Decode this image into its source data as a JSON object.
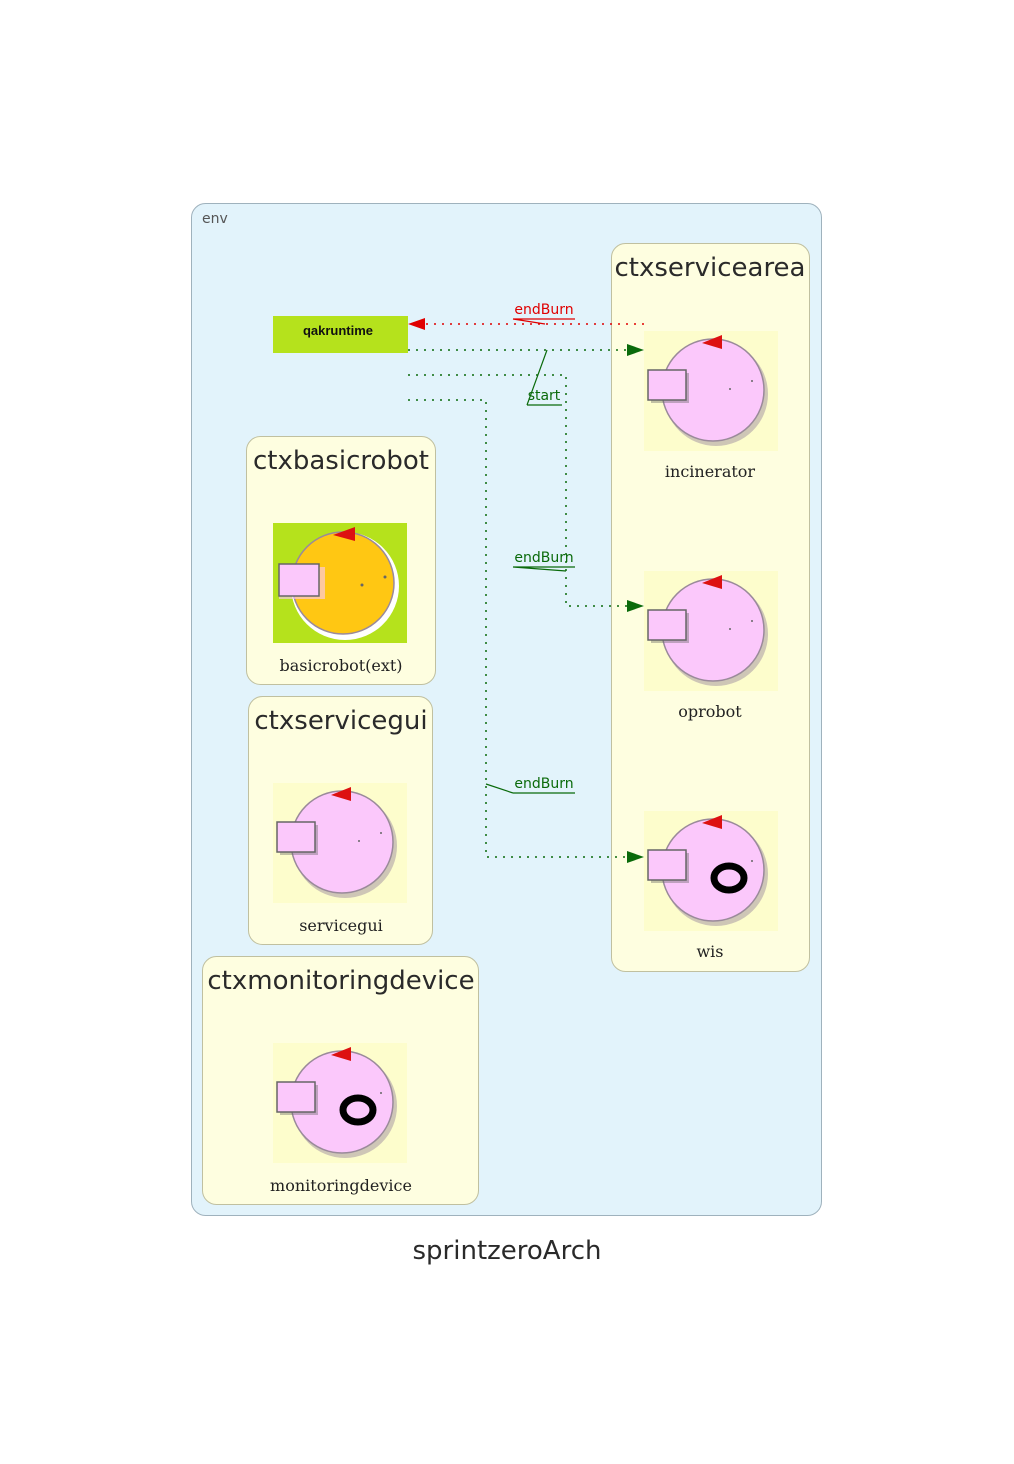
{
  "diagram_title": "sprintzeroArch",
  "environment": {
    "label": "env"
  },
  "runtime": {
    "label": "qakruntime",
    "color": "#b5e21c"
  },
  "contexts": {
    "servicearea": {
      "title": "ctxservicearea"
    },
    "basicrobot": {
      "title": "ctxbasicrobot"
    },
    "servicegui": {
      "title": "ctxservicegui"
    },
    "monitoringdevice": {
      "title": "ctxmonitoringdevice"
    }
  },
  "actors": {
    "incinerator": {
      "label": "incinerator",
      "icon": "actor-plain-icon"
    },
    "oprobot": {
      "label": "oprobot",
      "icon": "actor-plain-icon"
    },
    "wis": {
      "label": "wis",
      "icon": "actor-ring-icon"
    },
    "basicrobot": {
      "label": "basicrobot(ext)",
      "icon": "actor-external-icon"
    },
    "servicegui": {
      "label": "servicegui",
      "icon": "actor-plain-icon"
    },
    "monitoringdevice": {
      "label": "monitoringdevice",
      "icon": "actor-ring-icon"
    }
  },
  "messages": {
    "endburn_to_runtime": {
      "label": "endBurn",
      "color": "#e00000"
    },
    "start_to_incinerator": {
      "label": "start",
      "color": "#0a6a0a"
    },
    "endburn_to_oprobot": {
      "label": "endBurn",
      "color": "#0a6a0a"
    },
    "endburn_to_wis": {
      "label": "endBurn",
      "color": "#0a6a0a"
    }
  },
  "colors": {
    "env_bg": "#e2f3fb",
    "ctx_bg": "#fefee0",
    "actor_body": "#fbc8fb",
    "external_actor_body": "#ffc713",
    "external_bg": "#b5e21c",
    "arrow_red": "#e00000",
    "arrow_green": "#0a6a0a"
  }
}
